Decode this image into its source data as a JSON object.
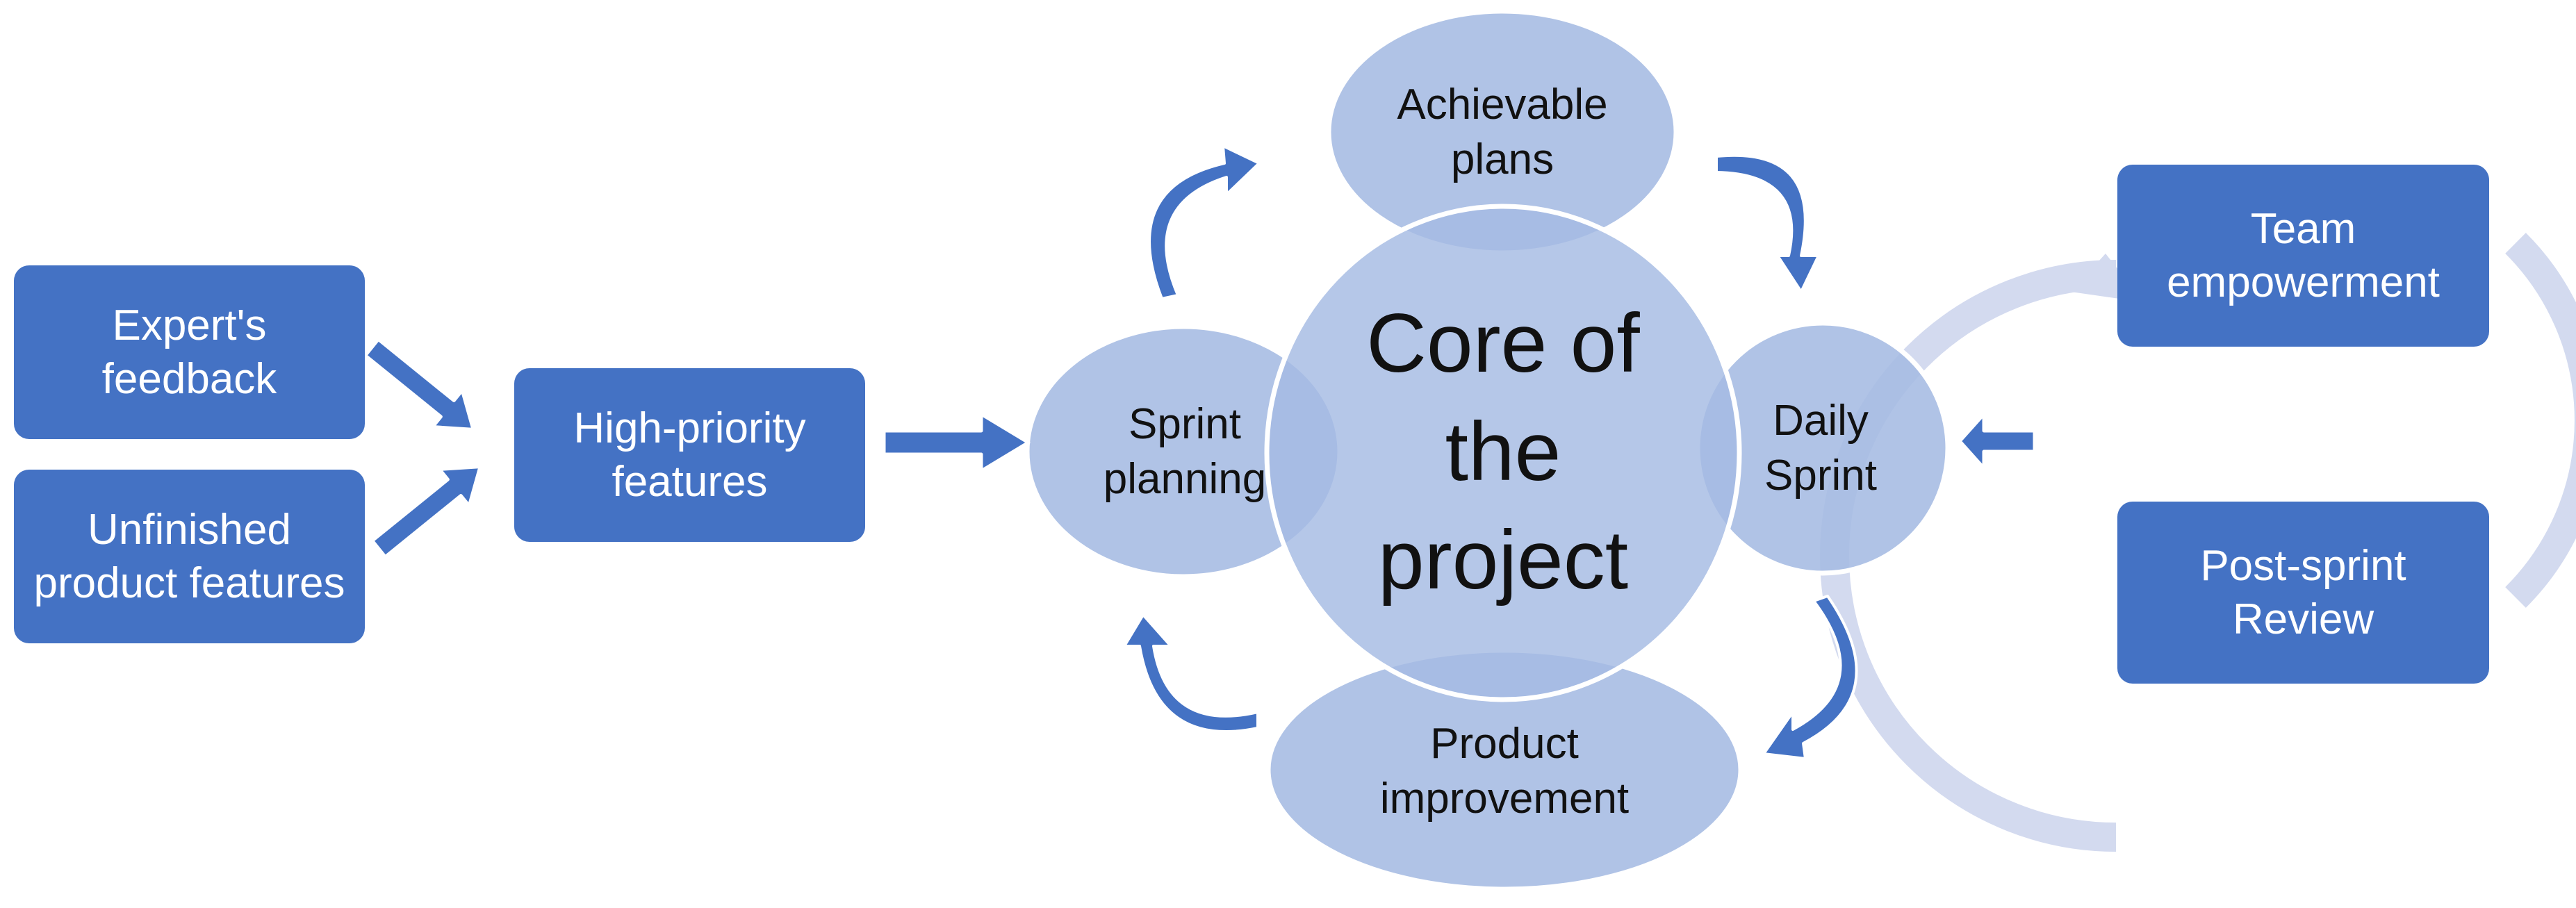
{
  "colors": {
    "box_fill": "#4472C4",
    "circle_fill": "#A5BBE3",
    "circle_stroke": "#FFFFFF",
    "arrow_fill": "#4472C4",
    "cycle_ring": "#D3DAEF",
    "text_dark": "#111111",
    "text_light": "#FFFFFF"
  },
  "inputs": {
    "expert_feedback": "Expert's\nfeedback",
    "unfinished_features": "Unfinished\nproduct features",
    "high_priority": "High-priority\nfeatures"
  },
  "cycle": {
    "core": "Core of\nthe\nproject",
    "achievable_plans": "Achievable\nplans",
    "sprint_planning": "Sprint\nplanning",
    "daily_sprint": "Daily\nSprint",
    "product_improvement": "Product\nimprovement"
  },
  "review_loop": {
    "team_empowerment": "Team\nempowerment",
    "post_sprint_review": "Post-sprint\nReview"
  }
}
